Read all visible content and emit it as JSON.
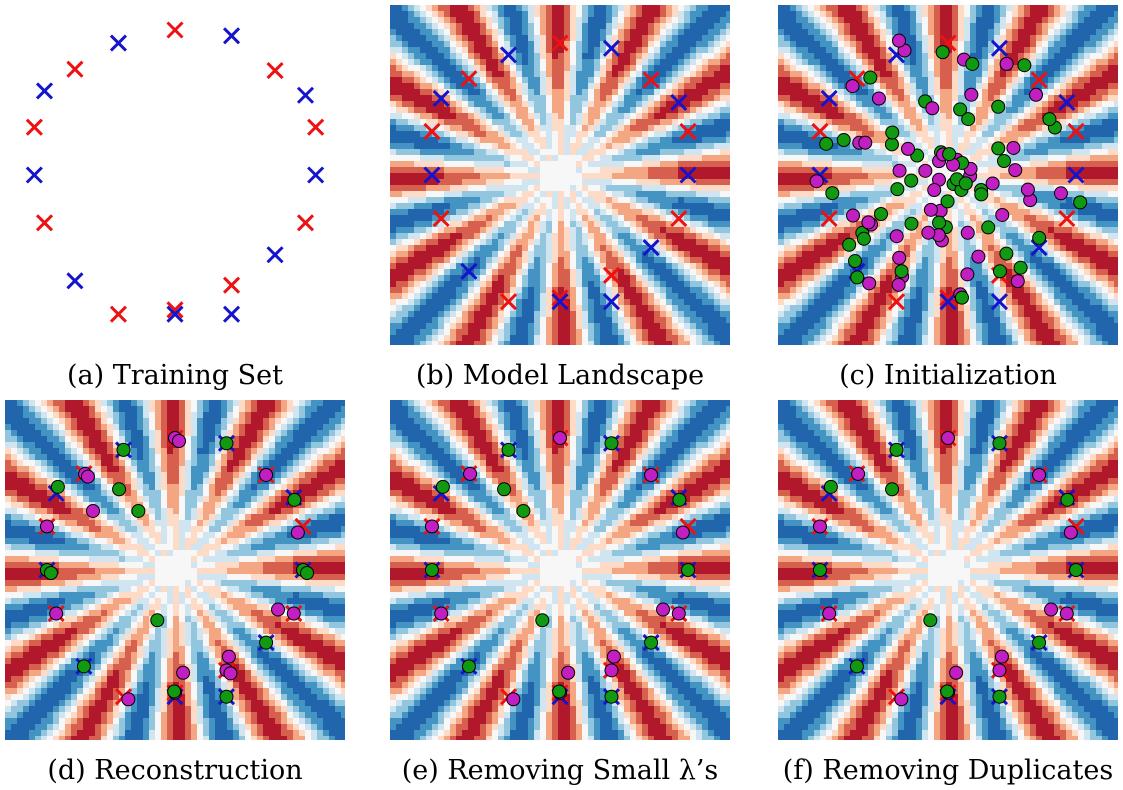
{
  "figure": {
    "type": "scatter",
    "description_colors": {
      "class_red": "#ee1111",
      "class_blue": "#1414cc",
      "recon_green": "#119911",
      "recon_magenta": "#c21fc2",
      "landscape_red": "#b2182b",
      "landscape_blue": "#2166ac"
    }
  },
  "chart_data": [
    {
      "id": "a",
      "type": "scatter",
      "caption": "(a) Training Set",
      "background": "none",
      "series": [
        {
          "name": "",
          "marker": "x",
          "color": "#ee1111",
          "x": [
            0.0,
            0.69,
            0.97,
            0.9,
            0.39,
            -0.39,
            -0.9,
            -0.97,
            -0.69,
            0.0
          ],
          "y": [
            1.0,
            0.72,
            0.33,
            -0.33,
            -0.76,
            -0.96,
            -0.33,
            0.33,
            0.73,
            -0.93
          ]
        },
        {
          "name": "",
          "marker": "x",
          "color": "#1414cc",
          "x": [
            0.39,
            0.9,
            0.97,
            0.69,
            0.0,
            -0.69,
            -0.97,
            -0.9,
            -0.39,
            0.39
          ],
          "y": [
            0.96,
            0.55,
            0.0,
            -0.55,
            -0.96,
            -0.73,
            0.0,
            0.58,
            0.91,
            -0.96
          ]
        }
      ]
    },
    {
      "id": "b",
      "type": "scatter",
      "caption": "(b) Model Landscape",
      "background": "contour",
      "points": "none"
    },
    {
      "id": "c",
      "type": "scatter",
      "caption": "(c) Initialization",
      "background": "contour",
      "points": "random"
    },
    {
      "id": "d",
      "type": "scatter",
      "caption": "(d) Reconstruction",
      "background": "contour",
      "points": "reconstruction"
    },
    {
      "id": "e",
      "type": "scatter",
      "caption": "(e) Removing Small λ’s",
      "background": "contour",
      "points": "reconstruction-pruned"
    },
    {
      "id": "f",
      "type": "scatter",
      "caption": "(f) Removing Duplicates",
      "background": "contour",
      "points": "reconstruction-dedup"
    }
  ]
}
